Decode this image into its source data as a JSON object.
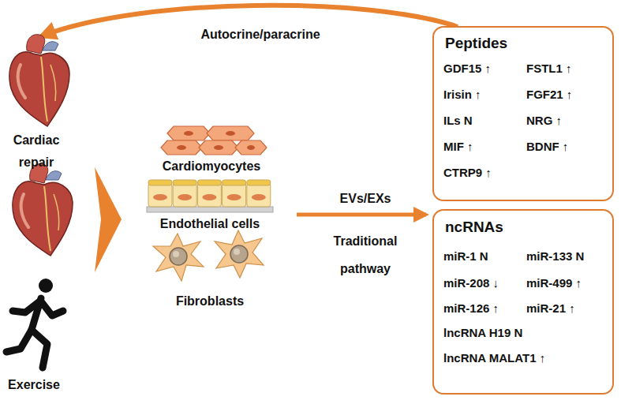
{
  "diagram": {
    "nodes": [
      {
        "text": [
          "Peptides",
          "GDF15 ↑",
          "FSTL1 ↑",
          "Irisin ↑",
          "FGF21 ↑",
          "ILs N",
          "NRG ↑",
          "MIF ↑",
          "BDNF ↑",
          "CTRP9 ↑"
        ]
      },
      {
        "text": [
          "ncRNAs",
          "miR-1 N",
          "miR-133 N",
          "miR-208 ↓",
          "miR-499 ↑",
          "miR-126 ↑",
          "miR-21 ↑",
          "lncRNA H19 N",
          "lncRNA MALAT1 ↑"
        ]
      }
    ],
    "labels": [
      "Autocrine/paracrine",
      "Cardiac repair",
      "Exercise",
      "Cardiomyocytes",
      "Endothelial cells",
      "Fibroblasts",
      "EVs/EXs",
      "Traditional pathway"
    ]
  }
}
